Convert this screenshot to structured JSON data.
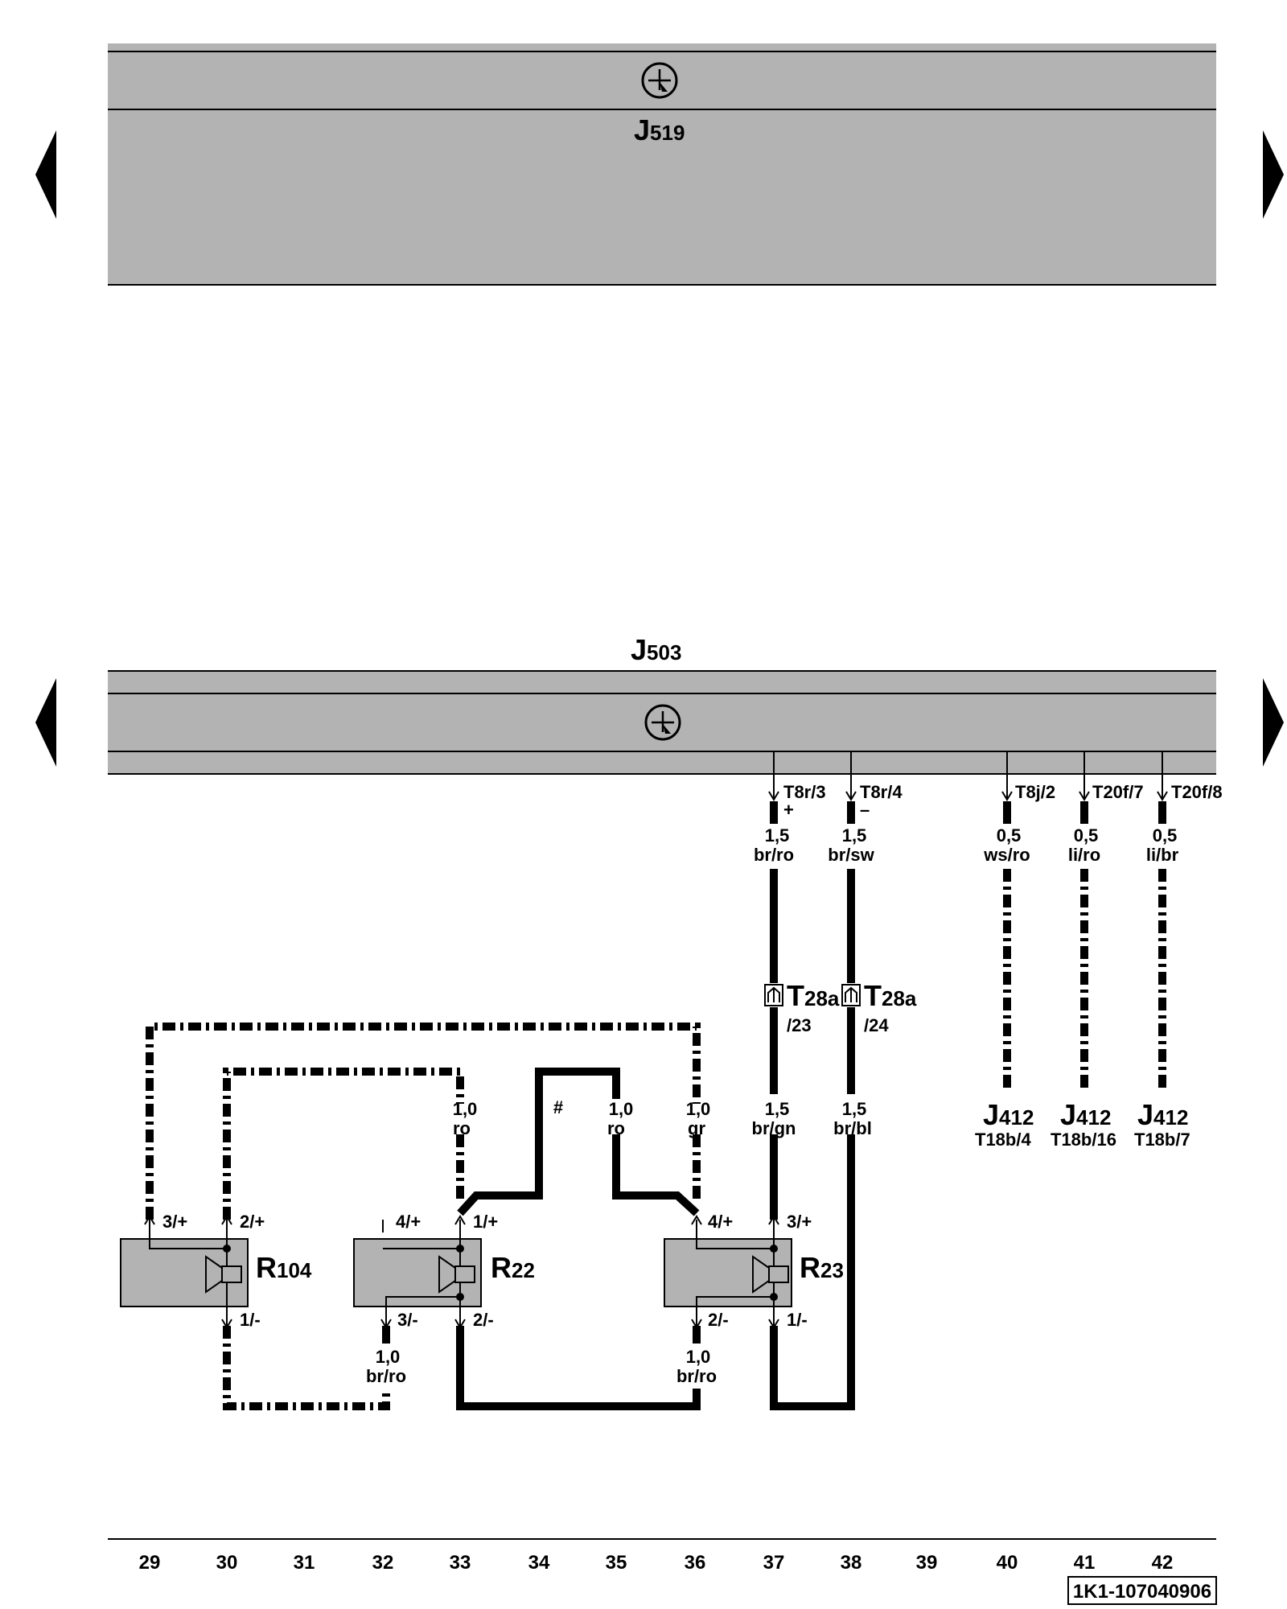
{
  "modules": {
    "top": {
      "name": "J",
      "sub": "519"
    },
    "mid": {
      "name": "J",
      "sub": "503"
    }
  },
  "colors": {
    "module_fill": "#b3b3b3",
    "wire": "#000000",
    "background": "#ffffff"
  },
  "icons": [
    "control-unit-icon",
    "nav-arrow-left-icon",
    "nav-arrow-right-icon",
    "speaker-icon",
    "connector-icon"
  ],
  "pins": {
    "t8r3": "T8r/3",
    "t8r3_sign": "+",
    "t8r4": "T8r/4",
    "t8r4_sign": "–",
    "t8j2": "T8j/2",
    "t20f7": "T20f/7",
    "t20f8": "T20f/8"
  },
  "wires": {
    "w37a": {
      "size": "1,5",
      "color": "br/ro"
    },
    "w38a": {
      "size": "1,5",
      "color": "br/sw"
    },
    "w40": {
      "size": "0,5",
      "color": "ws/ro"
    },
    "w41": {
      "size": "0,5",
      "color": "li/ro"
    },
    "w42": {
      "size": "0,5",
      "color": "li/br"
    },
    "w33": {
      "size": "1,0",
      "color": "ro"
    },
    "w35": {
      "size": "1,0",
      "color": "ro"
    },
    "w36": {
      "size": "1,0",
      "color": "gr"
    },
    "w37b": {
      "size": "1,5",
      "color": "br/gn"
    },
    "w38b": {
      "size": "1,5",
      "color": "br/bl"
    },
    "w32": {
      "size": "1,0",
      "color": "br/ro"
    },
    "w36b": {
      "size": "1,0",
      "color": "br/ro"
    }
  },
  "connectors": {
    "c1": {
      "name": "T",
      "sub": "28a",
      "pin": "/23"
    },
    "c2": {
      "name": "T",
      "sub": "28a",
      "pin": "/24"
    }
  },
  "j412": {
    "a": {
      "name": "J",
      "sub": "412",
      "pin": "T18b/4"
    },
    "b": {
      "name": "J",
      "sub": "412",
      "pin": "T18b/16"
    },
    "c": {
      "name": "J",
      "sub": "412",
      "pin": "T18b/7"
    }
  },
  "hash": "#",
  "speakers": {
    "r104": {
      "name": "R",
      "sub": "104",
      "p1": "3/+",
      "p2": "2/+",
      "p3": "1/-"
    },
    "r22": {
      "name": "R",
      "sub": "22",
      "p1": "4/+",
      "p2": "1/+",
      "p3": "3/-",
      "p4": "2/-"
    },
    "r23": {
      "name": "R",
      "sub": "23",
      "p1": "4/+",
      "p2": "3/+",
      "p3": "2/-",
      "p4": "1/-"
    }
  },
  "ruler": [
    "29",
    "30",
    "31",
    "32",
    "33",
    "34",
    "35",
    "36",
    "37",
    "38",
    "39",
    "40",
    "41",
    "42"
  ],
  "doc_code": "1K1-107040906"
}
